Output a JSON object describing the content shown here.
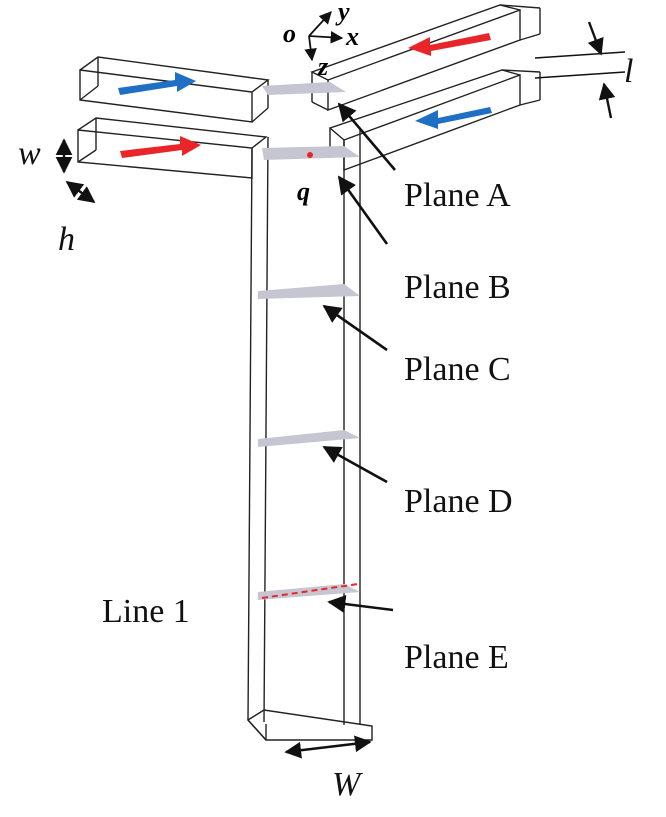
{
  "axes": {
    "origin": "o",
    "x": "x",
    "y": "y",
    "z": "z"
  },
  "point_label": "q",
  "dimensions": {
    "w": "w",
    "h": "h",
    "l": "l",
    "W": "W"
  },
  "planes": [
    "Plane A",
    "Plane B",
    "Plane C",
    "Plane D",
    "Plane E"
  ],
  "line_label": "Line 1",
  "colors": {
    "hot_flow": "#e8262a",
    "cold_flow": "#1f6fc4",
    "plane_fill": "#c6c6d2",
    "line1": "#e8262a"
  },
  "icons": [
    "arrow-right-icon",
    "arrow-left-icon"
  ]
}
